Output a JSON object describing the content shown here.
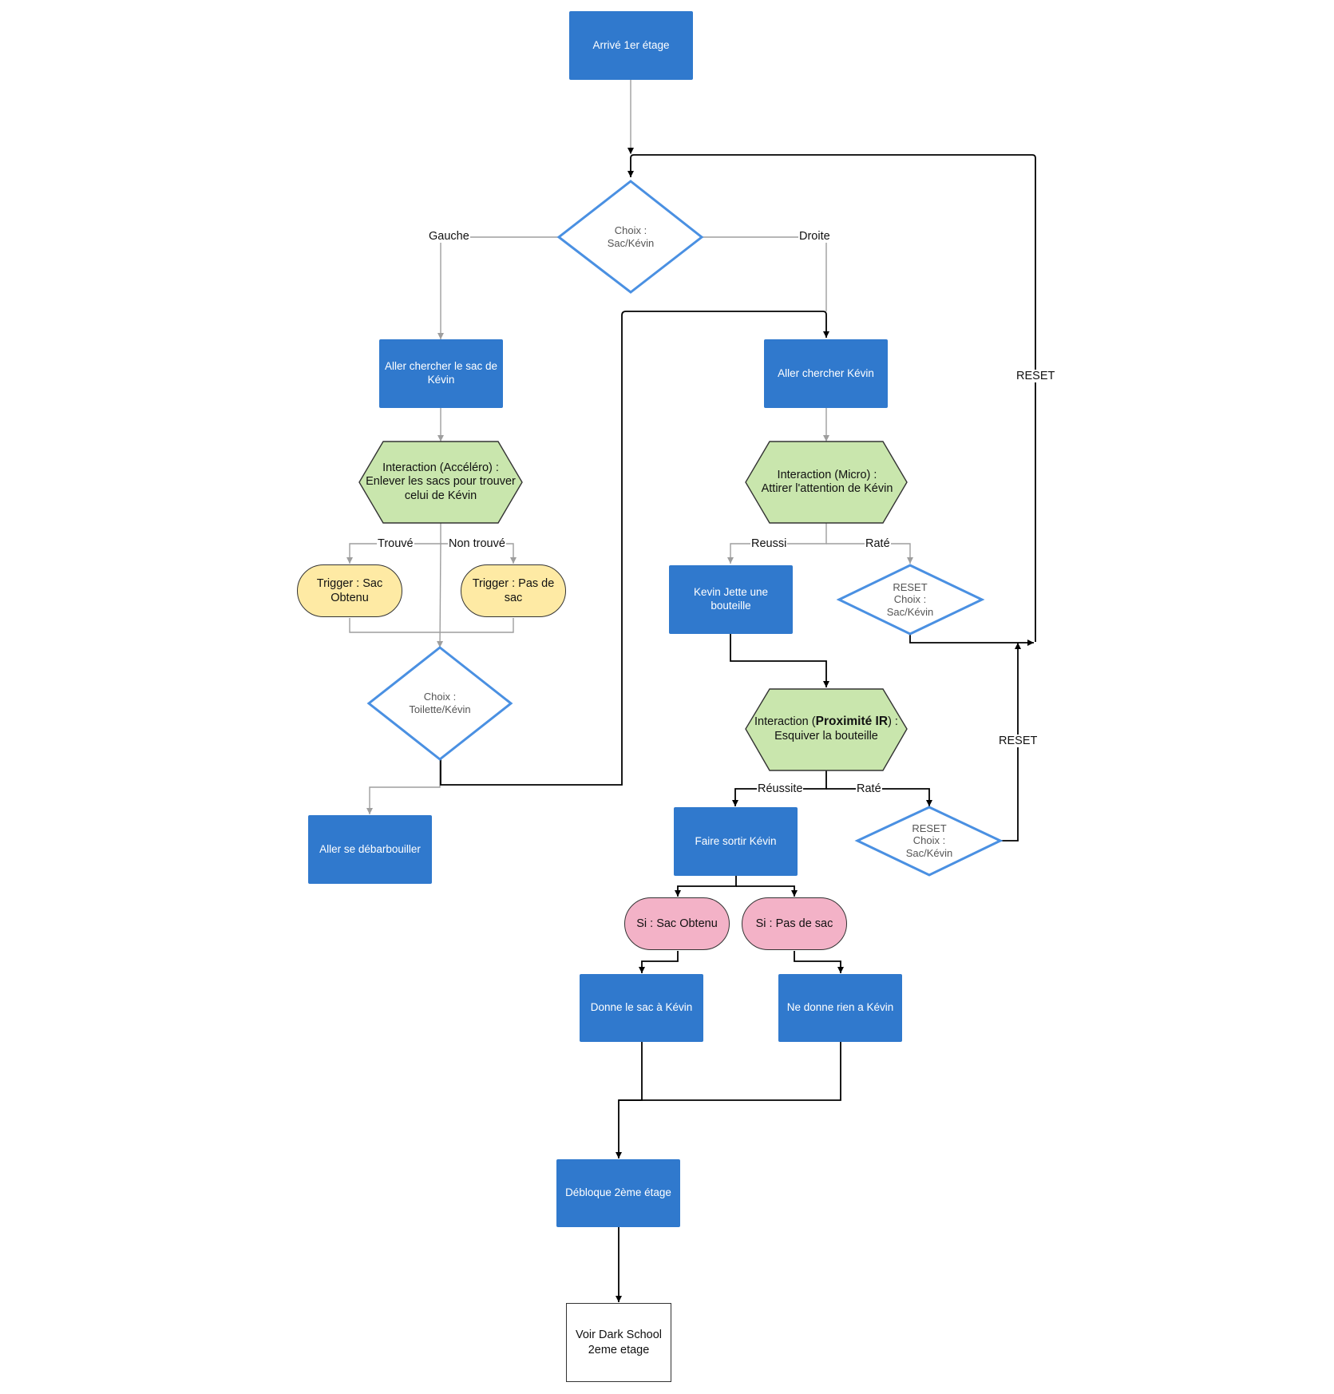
{
  "nodes": {
    "start": "Arrivé 1er étage",
    "choice_sac_kevin": "Choix :\nSac/Kévin",
    "aller_sac": "Aller chercher le sac de Kévin",
    "aller_kevin": "Aller chercher Kévin",
    "interaction_accelero": "Interaction (Accéléro) :\nEnlever les sacs pour trouver celui de Kévin",
    "interaction_micro": "Interaction (Micro) :\nAttirer l'attention de Kévin",
    "trigger_sac": "Trigger : Sac Obtenu",
    "trigger_pas_sac": "Trigger : Pas de sac",
    "choice_toilette": "Choix :\nToilette/Kévin",
    "aller_debarbouiller": "Aller se débarbouiller",
    "kevin_jette": "Kevin Jette une bouteille",
    "reset_1": "RESET\nChoix :\nSac/Kévin",
    "interaction_ir_prefix": "Interaction (",
    "interaction_ir_bold": "Proximité IR",
    "interaction_ir_suffix": ") :",
    "interaction_ir_line2": "Esquiver la bouteille",
    "faire_sortir": "Faire sortir Kévin",
    "reset_2": "RESET\nChoix :\nSac/Kévin",
    "si_sac": "Si : Sac Obtenu",
    "si_pas_sac": "Si : Pas de sac",
    "donne_sac": "Donne le sac à Kévin",
    "ne_donne_rien": "Ne donne rien a Kévin",
    "debloque": "Débloque 2ème étage",
    "voir_dark_school": "Voir Dark School\n2eme etage"
  },
  "edge_labels": {
    "gauche": "Gauche",
    "droite": "Droite",
    "trouve": "Trouvé",
    "non_trouve": "Non trouvé",
    "reussi": "Reussi",
    "rate_1": "Raté",
    "reussite": "Réussite",
    "rate_2": "Raté",
    "reset_top": "RESET",
    "reset_mid": "RESET"
  },
  "colors": {
    "process_blue": "#3079cd",
    "decision_border": "#4a90e2",
    "interaction_green": "#c9e6ad",
    "trigger_yellow": "#feeaa4",
    "condition_pink": "#f3b2c7",
    "connector_gray": "#9e9e9e",
    "connector_black": "#000000"
  }
}
